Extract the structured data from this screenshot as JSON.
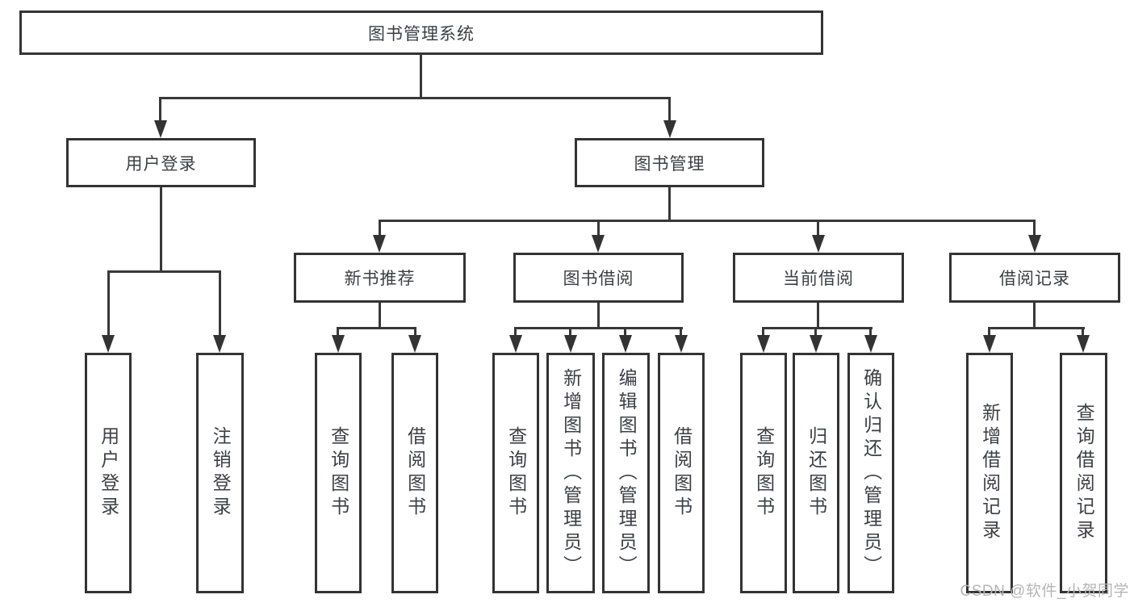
{
  "tree": {
    "label": "图书管理系统",
    "children": [
      {
        "label": "用户登录",
        "children": [
          {
            "label": "用户登录"
          },
          {
            "label": "注销登录"
          }
        ]
      },
      {
        "label": "图书管理",
        "children": [
          {
            "label": "新书推荐",
            "children": [
              {
                "label": "查询图书"
              },
              {
                "label": "借阅图书"
              }
            ]
          },
          {
            "label": "图书借阅",
            "children": [
              {
                "label": "查询图书"
              },
              {
                "label": "新增图书（管理员）"
              },
              {
                "label": "编辑图书（管理员）"
              },
              {
                "label": "借阅图书"
              }
            ]
          },
          {
            "label": "当前借阅",
            "children": [
              {
                "label": "查询图书"
              },
              {
                "label": "归还图书"
              },
              {
                "label": "确认归还（管理员）"
              }
            ]
          },
          {
            "label": "借阅记录",
            "children": [
              {
                "label": "新增借阅记录"
              },
              {
                "label": "查询借阅记录"
              }
            ]
          }
        ]
      }
    ]
  },
  "watermark": {
    "text": "CSDN @软件_小贺同学"
  },
  "colors": {
    "line": "#383838",
    "box_border": "#333333",
    "text": "#3b4046",
    "watermark": "#b5b5b5",
    "background": "#ffffff"
  }
}
